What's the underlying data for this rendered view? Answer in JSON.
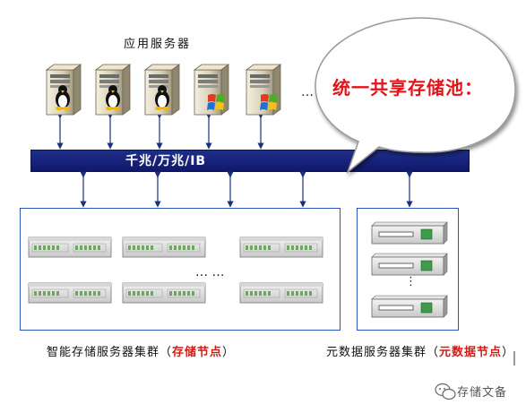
{
  "app_servers": {
    "label": "应用服务器",
    "servers": [
      {
        "os": "linux-penguin-icon"
      },
      {
        "os": "linux-penguin-icon"
      },
      {
        "os": "linux-penguin-icon"
      },
      {
        "os": "windows-logo-icon"
      },
      {
        "os": "windows-logo-icon"
      }
    ],
    "more": "…"
  },
  "network": {
    "label": "千兆/万兆/IB",
    "color": "#17227a"
  },
  "bubble": {
    "text": "统一共享存储池：",
    "color": "#e0141a"
  },
  "storage_cluster": {
    "caption_prefix": "智能存储服务器集群（",
    "caption_highlight": "存储节点",
    "caption_suffix": "）",
    "more": "… …"
  },
  "metadata_cluster": {
    "caption_prefix": "元数据服务器集群（",
    "caption_highlight": "元数据节点",
    "caption_suffix": "）",
    "more": "⋮"
  },
  "watermark": {
    "text": "存储文备",
    "icon": "wechat-icon"
  },
  "colors": {
    "box_border": "#2c56b5",
    "arrow": "#1c2f7a",
    "highlight": "#d11d16"
  }
}
